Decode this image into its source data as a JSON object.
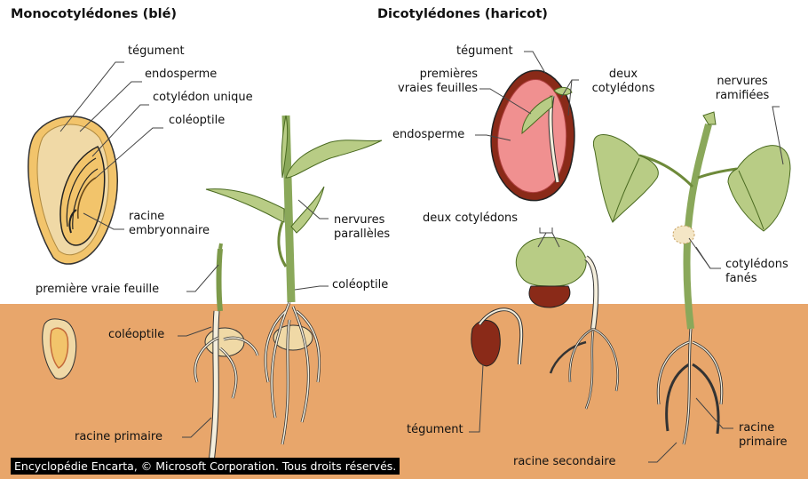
{
  "titles": {
    "mono": "Monocotylédones (blé)",
    "di": "Dicotylédones (haricot)"
  },
  "labels": {
    "mono_tegument": "tégument",
    "mono_endosperme": "endosperme",
    "cotyledon_unique": "cotylédon unique",
    "coleoptile_seed": "coléoptile",
    "racine_embryonnaire_1": "racine",
    "racine_embryonnaire_2": "embryonnaire",
    "premiere_vraie_feuille": "première vraie feuille",
    "coleoptile_soil": "coléoptile",
    "racine_primaire_mono": "racine primaire",
    "nervures_paralleles_1": "nervures",
    "nervures_paralleles_2": "parallèles",
    "coleoptile_plant": "coléoptile",
    "di_tegument": "tégument",
    "premieres_vraies_feuilles_1": "premières",
    "premieres_vraies_feuilles_2": "vraies feuilles",
    "deux_cotyledons_seed_1": "deux",
    "deux_cotyledons_seed_2": "cotylédons",
    "di_endosperme": "endosperme",
    "deux_cotyledons_sprout": "deux cotylédons",
    "tegument_bottom": "tégument",
    "nervures_ramifiees_1": "nervures",
    "nervures_ramifiees_2": "ramifiées",
    "cotyledons_fanes_1": "cotylédons",
    "cotyledons_fanes_2": "fanés",
    "racine_primaire_di_1": "racine",
    "racine_primaire_di_2": "primaire",
    "racine_secondaire": "racine secondaire"
  },
  "credit": "Encyclopédie Encarta, © Microsoft Corporation. Tous droits réservés.",
  "colors": {
    "soil": "#E8A66B",
    "seed_coat": "#F2C46B",
    "endosperm": "#F0D9A6",
    "leaf": "#B8CC85",
    "leaf_dark": "#6E8A3A",
    "bean_flesh": "#F09090",
    "bean_skin": "#8A2A18",
    "root": "#F4EEDC"
  }
}
